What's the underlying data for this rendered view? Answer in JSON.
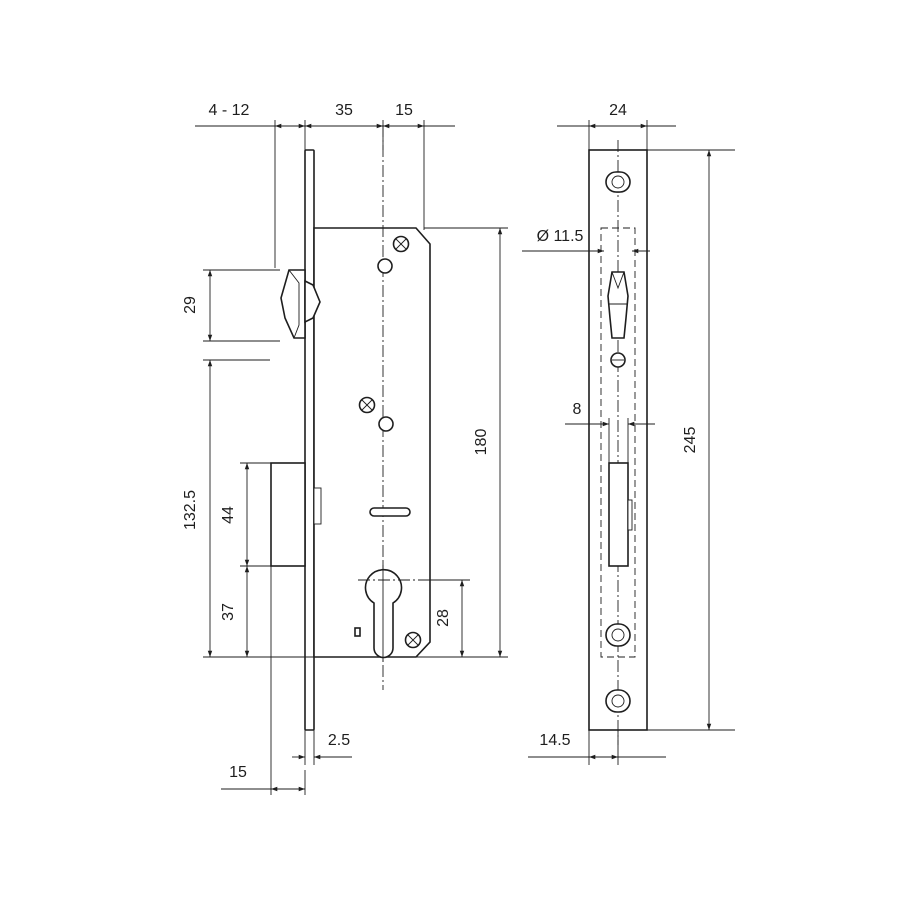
{
  "dimensions": {
    "backset_range": "4 - 12",
    "backset": "35",
    "right_offset": "15",
    "faceplate_width": "24",
    "latch_height": "29",
    "cylinder_diameter": "Ø 11.5",
    "slot_width": "8",
    "case_height": "180",
    "overall_height": "245",
    "deadbolt_height": "44",
    "center_height": "132.5",
    "bottom_offset": "37",
    "cylinder_offset": "28",
    "faceplate_thickness": "2.5",
    "bolt_throw": "15",
    "faceplate_center": "14.5"
  }
}
